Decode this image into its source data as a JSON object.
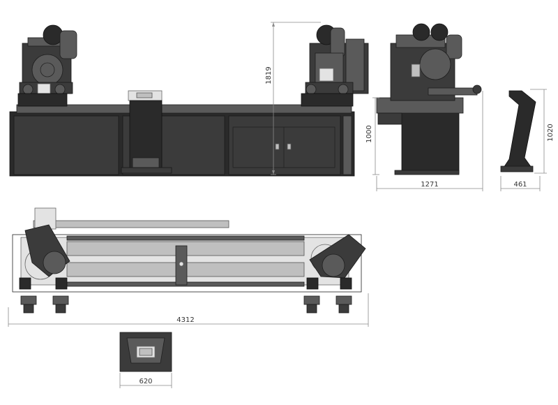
{
  "dimensions": {
    "front_height": "1819",
    "side_height": "1000",
    "side_width": "1271",
    "profile_height": "1020",
    "profile_width": "461",
    "overall_length": "4312",
    "control_width": "620"
  }
}
